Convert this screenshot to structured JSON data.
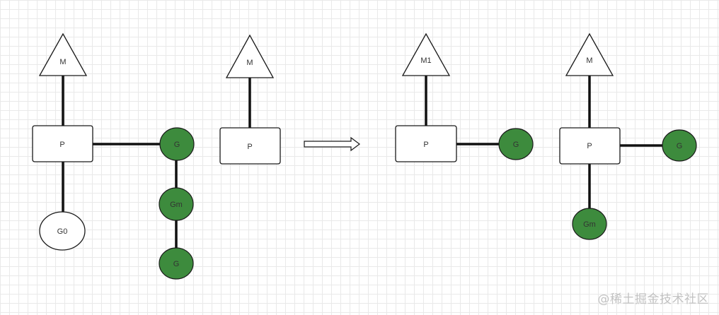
{
  "colors": {
    "goroutine_green": "#3d8b3d",
    "stroke": "#1a1a1a",
    "box_fill": "#ffffff"
  },
  "diagram": {
    "left": {
      "m1": "M",
      "p1": "P",
      "g0": "G0",
      "g_running": "G",
      "gm": "Gm",
      "g_next": "G",
      "m2": "M",
      "p2": "P"
    },
    "right": {
      "m1": "M1",
      "p1": "P",
      "g1": "G",
      "m2": "M",
      "p2": "P",
      "g2": "G",
      "gm": "Gm"
    }
  },
  "watermark": "@稀土掘金技术社区"
}
